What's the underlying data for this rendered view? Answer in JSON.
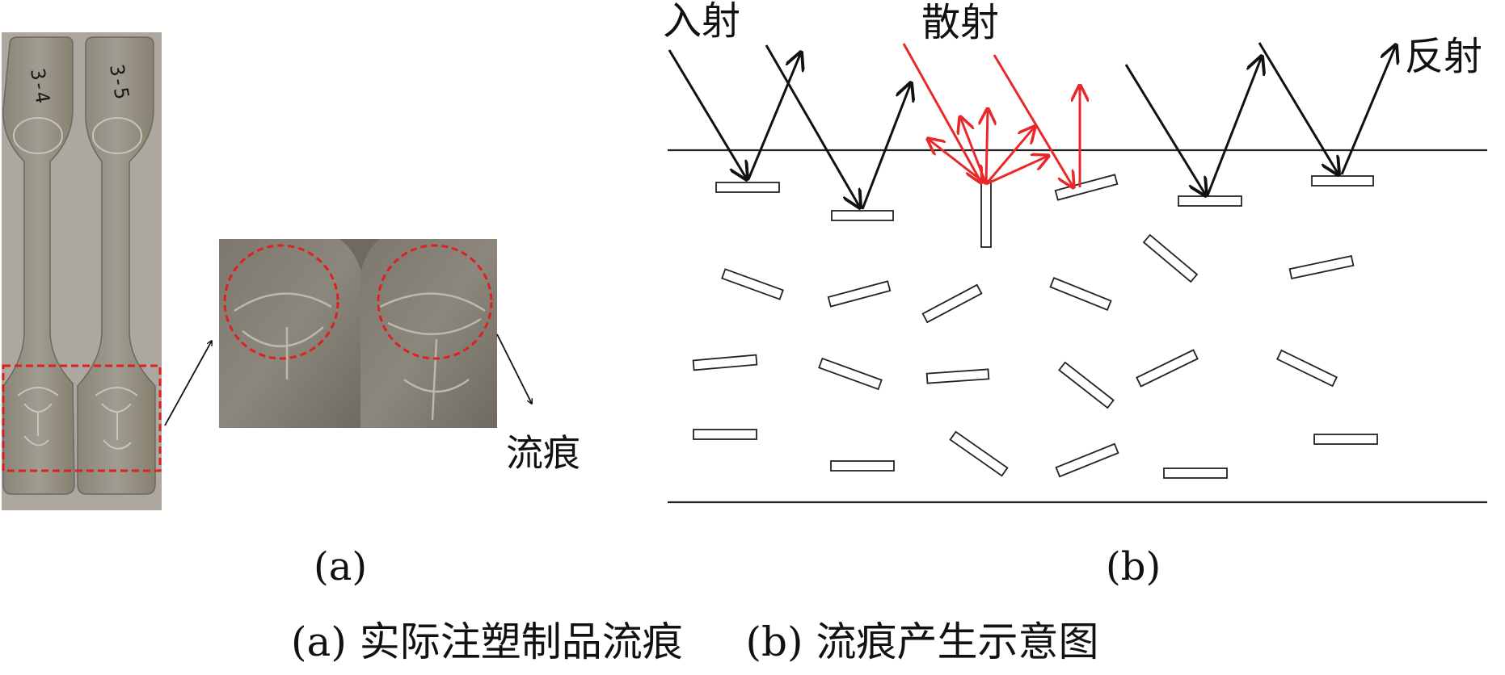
{
  "panel_a": {
    "specimen_labels": [
      "3-4",
      "3-5"
    ],
    "callout_label": "流痕",
    "caption_letter": "(a)"
  },
  "panel_b": {
    "labels": {
      "incident": "入射",
      "scattering": "散射",
      "reflection": "反射"
    },
    "caption_letter": "(b)"
  },
  "caption": {
    "a_prefix": "(a)",
    "a_text": "实际注塑制品流痕",
    "b_prefix": "(b)",
    "b_text": "流痕产生示意图"
  },
  "colors": {
    "scatter_rays": "#e8292a",
    "rays": "#111111",
    "highlight_box": "#e02020",
    "specimen": "#8a8479",
    "photo_bg": "#a9a49b"
  }
}
